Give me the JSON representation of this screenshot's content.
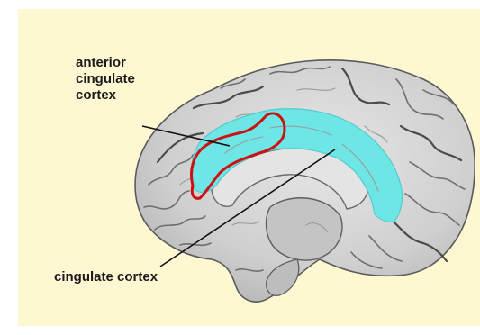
{
  "labels": {
    "acc": [
      "anterior",
      "cingulate",
      "cortex"
    ],
    "cc": "cingulate cortex"
  },
  "colors": {
    "background": "#fdf7d2",
    "frame": "#ffffff",
    "brain": "#d8d8d8",
    "cingulate_fill": "#6fe6e6",
    "acc_outline": "#cc1111",
    "leader_line": "#111111"
  }
}
